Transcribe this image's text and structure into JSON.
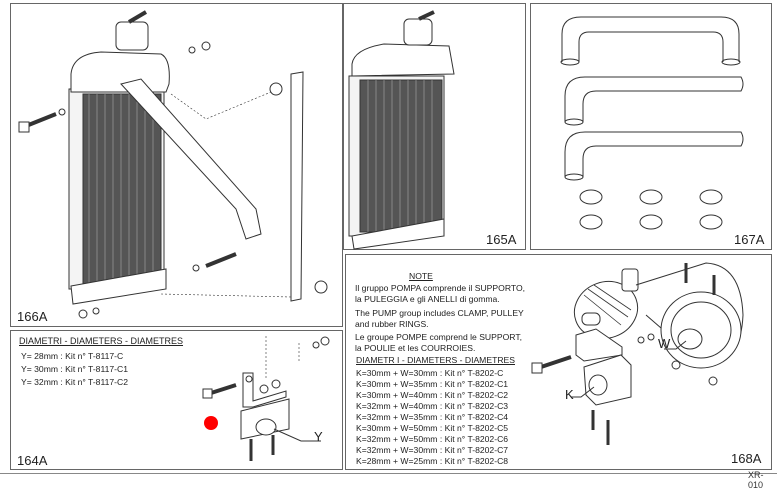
{
  "panels": {
    "p166": {
      "label": "166A",
      "content": "radiator with mounting bracket, bolts, washers, nuts and rubber grommets (exploded view)"
    },
    "p165": {
      "label": "165A",
      "content": "radiator assembly"
    },
    "p167": {
      "label": "167A",
      "content": "3 radiator hoses and 6 hose clamps"
    },
    "p164": {
      "label": "164A",
      "title": "DIAMETRI - DIAMETERS - DIAMETRES",
      "rows": [
        "Y= 28mm : Kit n° T-8117-C",
        "Y= 30mm : Kit n° T-8117-C1",
        "Y= 32mm : Kit n° T-8117-C2"
      ],
      "callout": "Y"
    },
    "p168": {
      "label": "168A",
      "note_title": "NOTE",
      "note_it": [
        "Il gruppo POMPA comprende il SUPPORTO,",
        "la PULEGGIA e gli ANELLI di gomma."
      ],
      "note_en": [
        "The PUMP group includes CLAMP, PULLEY",
        "and rubber RINGS."
      ],
      "note_fr": [
        "Le groupe POMPE comprend le SUPPORT,",
        "la POULIE et les COURROIES."
      ],
      "title": "DIAMETR I - DIAMETERS - DIAMETRES",
      "rows": [
        "K=30mm + W=30mm : Kit n° T-8202-C",
        "K=30mm + W=35mm : Kit n° T-8202-C1",
        "K=30mm + W=40mm : Kit n° T-8202-C2",
        "K=32mm + W=40mm : Kit n° T-8202-C3",
        "K=32mm + W=35mm : Kit n° T-8202-C4",
        "K=30mm + W=50mm : Kit n° T-8202-C5",
        "K=32mm + W=50mm : Kit n° T-8202-C6",
        "K=32mm + W=30mm : Kit n° T-8202-C7",
        "K=28mm + W=25mm : Kit n° T-8202-C8"
      ],
      "callout_w": "W",
      "callout_k": "K"
    }
  },
  "marker": {
    "color": "#ff0000"
  },
  "doc_ref": "XR-010"
}
